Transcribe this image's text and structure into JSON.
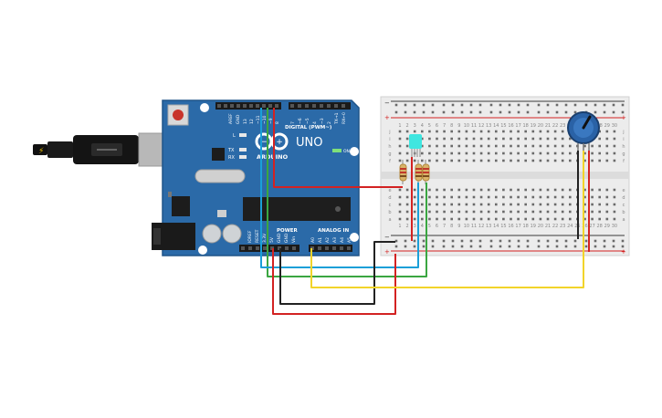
{
  "arduino": {
    "brand": "ARDUINO",
    "model": "UNO",
    "digital_header": "DIGITAL (PWM~)",
    "power_header": "POWER",
    "analog_header": "ANALOG IN",
    "pin_aref": "AREF",
    "pin_gnd": "GND",
    "pin_13": "13",
    "pin_12": "12",
    "pin_11": "~11",
    "pin_10": "~10",
    "pin_9": "~9",
    "pin_8": "8",
    "pin_7": "7",
    "pin_6": "~6",
    "pin_5": "~5",
    "pin_4": "4",
    "pin_3": "~3",
    "pin_2": "2",
    "pin_tx1": "TX→1",
    "pin_rx0": "RX←0",
    "led_l": "L",
    "led_tx": "TX",
    "led_rx": "RX",
    "led_on": "ON",
    "pin_ioref": "IOREF",
    "pin_reset": "RESET",
    "pin_3v3": "3.3V",
    "pin_5v": "5V",
    "pin_gnd1": "GND",
    "pin_gnd2": "GND",
    "pin_vin": "Vin",
    "pin_a0": "A0",
    "pin_a1": "A1",
    "pin_a2": "A2",
    "pin_a3": "A3",
    "pin_a4": "A4",
    "pin_a5": "A5"
  },
  "breadboard": {
    "plus": "+",
    "minus": "−",
    "row_letters_top": [
      "j",
      "i",
      "h",
      "g",
      "f"
    ],
    "row_letters_bottom": [
      "e",
      "d",
      "c",
      "b",
      "a"
    ],
    "column_numbers": [
      "1",
      "2",
      "3",
      "4",
      "5",
      "6",
      "7",
      "8",
      "9",
      "10",
      "11",
      "12",
      "13",
      "14",
      "15",
      "16",
      "17",
      "18",
      "19",
      "20",
      "21",
      "22",
      "23",
      "24",
      "25",
      "26",
      "27",
      "28",
      "29",
      "30"
    ]
  },
  "colors": {
    "board": "#2b6aa8",
    "board_edge": "#1f5489",
    "breadboard": "#ececec",
    "wire_red": "#d32222",
    "wire_black": "#222222",
    "wire_green": "#3aa641",
    "wire_blue": "#1a9fd8",
    "wire_yellow": "#f2d42a",
    "led": "#3fe6e0",
    "pot": "#2a62a6"
  }
}
